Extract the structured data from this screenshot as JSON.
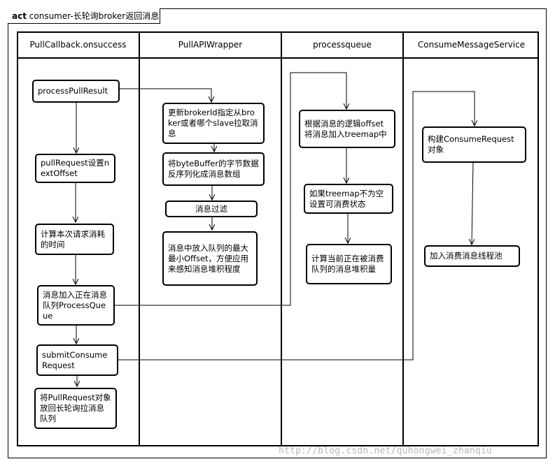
{
  "diagram": {
    "keyword": "act",
    "title": "consumer-长轮询broker返回消息",
    "lanes": [
      {
        "id": "lane1",
        "label": "PullCallback.onsuccess"
      },
      {
        "id": "lane2",
        "label": "PullAPIWrapper"
      },
      {
        "id": "lane3",
        "label": "processqueue"
      },
      {
        "id": "lane4",
        "label": "ConsumeMessageService"
      }
    ],
    "nodes": {
      "n1": "processPullResult",
      "n2": "pullRequest设置nextOffset",
      "n3": "计算本次请求消耗的时间",
      "n4": "消息加入正在消息队列ProcessQueue",
      "n5": "submitConsumeRequest",
      "n6": "将PullRequest对象放回长轮询拉消息队列",
      "w1": "更新brokerId指定从broker或者哪个slave拉取消息",
      "w2": "将byteBuffer的字节数据反序列化成消息数组",
      "w3": "消息过滤",
      "w4": "消息中放入队列的最大最小Offset，方便应用来感知消息堆积程度",
      "p1": "根据消息的逻辑offset将消息加入treemap中",
      "p2": "如果treemap不为空设置可消费状态",
      "p3": "计算当前正在被消费队列的消息堆积量",
      "c1": "构建ConsumeRequest对象",
      "c2": "加入消费消息线程池"
    },
    "watermark": "http://blog.csdn.net/quhongwei_zhanqiu"
  }
}
